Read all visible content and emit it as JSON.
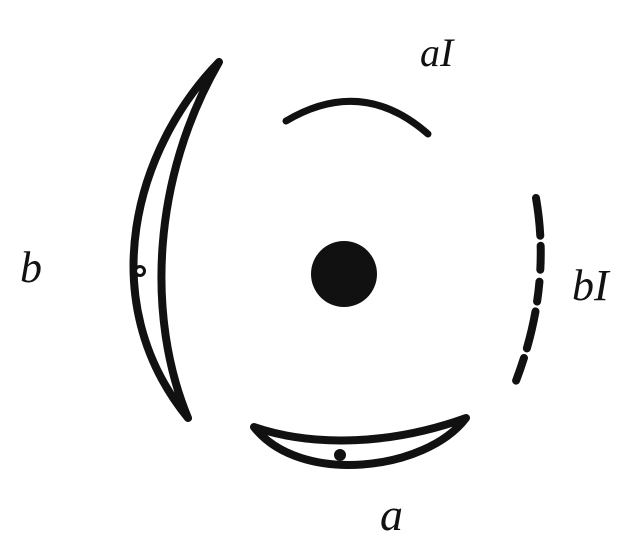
{
  "diagram": {
    "labels": {
      "a": "a",
      "a_prime": "aI",
      "b": "b",
      "b_prime": "bI"
    },
    "colors": {
      "ink": "#111111",
      "background": "#ffffff"
    }
  }
}
